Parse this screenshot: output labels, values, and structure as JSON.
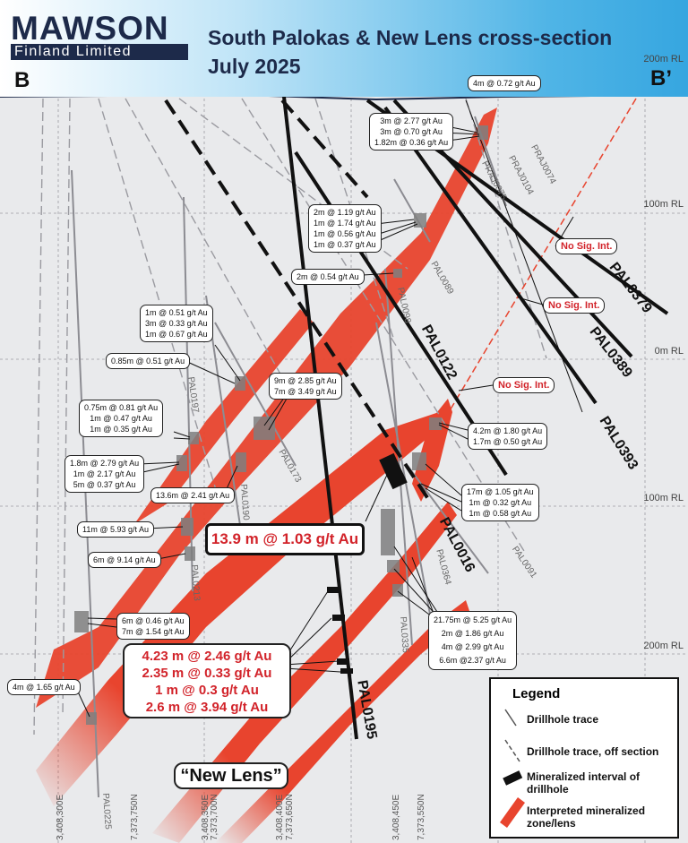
{
  "header": {
    "logo_main": "MAWSON",
    "logo_sub": "Finland Limited",
    "title_line1": "South Palokas & New Lens cross-section",
    "title_line2": "July 2025"
  },
  "section_labels": {
    "left": "B",
    "right": "B’"
  },
  "grid_labels": [
    "200m RL",
    "100m RL",
    "0m RL",
    "100m RL",
    "200m RL"
  ],
  "coord_labels": [
    "3,408,300E",
    "7,373,750N",
    "3,408,350E",
    "7,373,700N",
    "3,408,400E",
    "7,373,650N",
    "3,408,450E",
    "7,373,550N"
  ],
  "callouts": [
    {
      "lines": [
        "4m @ 0.72 g/t Au"
      ]
    },
    {
      "lines": [
        "3m @ 2.77 g/t Au",
        "3m @ 0.70 g/t Au",
        "1.82m @ 0.36 g/t Au"
      ]
    },
    {
      "lines": [
        "2m @ 1.19 g/t Au",
        "1m @ 1.74 g/t Au",
        "1m @ 0.56 g/t Au",
        "1m @ 0.37 g/t Au"
      ]
    },
    {
      "lines": [
        "2m @ 0.54 g/t Au"
      ]
    },
    {
      "lines": [
        "1m @ 0.51 g/t Au",
        "3m @ 0.33 g/t Au",
        "1m @ 0.67 g/t Au"
      ]
    },
    {
      "lines": [
        "0.85m @ 0.51 g/t Au"
      ]
    },
    {
      "lines": [
        "9m @ 2.85 g/t Au",
        "7m @ 3.49 g/t Au"
      ]
    },
    {
      "lines": [
        "0.75m @ 0.81 g/t Au",
        "1m @ 0.47 g/t Au",
        "1m @ 0.35 g/t Au"
      ]
    },
    {
      "lines": [
        "1.8m @ 2.79 g/t Au",
        "1m @ 2.17 g/t Au",
        "5m @ 0.37 g/t Au"
      ]
    },
    {
      "lines": [
        "13.6m @ 2.41 g/t Au"
      ]
    },
    {
      "lines": [
        "11m @ 5.93 g/t Au"
      ]
    },
    {
      "lines": [
        "6m @ 9.14 g/t Au"
      ]
    },
    {
      "lines": [
        "6m @ 0.46 g/t Au",
        "7m @ 1.54 g/t Au"
      ]
    },
    {
      "lines": [
        "4m @ 1.65 g/t Au"
      ]
    },
    {
      "lines": [
        "4.2m @ 1.80 g/t Au",
        "1.7m @ 0.50 g/t Au"
      ]
    },
    {
      "lines": [
        "17m @ 1.05 g/t Au",
        "1m @ 0.32 g/t Au",
        "1m @ 0.58 g/t Au"
      ]
    },
    {
      "lines": [
        "21.75m @ 5.25 g/t Au",
        "2m @ 1.86 g/t Au",
        "4m @ 2.99 g/t Au",
        "6.6m @2.37 g/t Au"
      ]
    }
  ],
  "no_sig": [
    "No Sig. Int.",
    "No Sig. Int.",
    "No Sig. Int."
  ],
  "big_result": "13.9 m @ 1.03 g/t Au",
  "red_results": [
    "4.23 m @ 2.46 g/t Au",
    "2.35 m @ 0.33 g/t Au",
    "1 m @ 0.3 g/t Au",
    "2.6 m @ 3.94 g/t Au"
  ],
  "new_lens": "“New Lens”",
  "hole_labels_main": [
    "PAL0379",
    "PAL0389",
    "PAL0393",
    "PAL0122",
    "PAL0016",
    "PAL0195"
  ],
  "hole_labels_minor": [
    "PRAJ0074",
    "PRAJ0104",
    "PRAJ0075",
    "PAL0089",
    "PAL0098",
    "PAL0197",
    "PAL0173",
    "PAL0190",
    "PAL0213",
    "PAL0225",
    "PAL0335",
    "PAL0364",
    "PAL0091"
  ],
  "legend": {
    "title": "Legend",
    "items": [
      "Drillhole trace",
      "Drillhole trace, off section",
      "Mineralized interval of drillhole",
      "Interpreted mineralized zone/lens"
    ]
  },
  "colors": {
    "lens": "#e8442e",
    "header_blue": "#36a6e0",
    "dark": "#111111",
    "red_text": "#d2232a"
  }
}
